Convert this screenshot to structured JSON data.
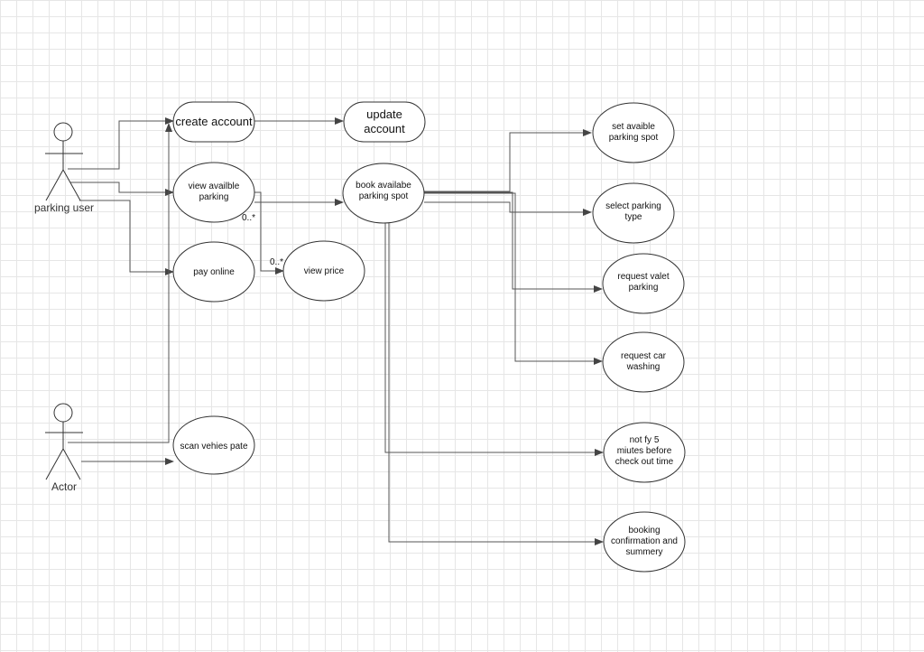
{
  "actors": {
    "parking_user": "parking user",
    "actor": "Actor"
  },
  "use_cases": {
    "create_account": "create account",
    "update_account": [
      "update",
      "account"
    ],
    "view_available_parking": [
      "view availble",
      "parking"
    ],
    "pay_online": "pay online",
    "view_price": "view price",
    "book_available_parking_spot": [
      "book availabe",
      "parking spot"
    ],
    "scan_vehicle_plate": "scan vehies pate",
    "set_available_parking_spot": [
      "set avaible",
      "parking spot"
    ],
    "select_parking_type": [
      "select parking",
      "type"
    ],
    "request_valet_parking": [
      "request valet",
      "parking"
    ],
    "request_car_washing": [
      "request car",
      "washing"
    ],
    "notify_before_checkout": [
      "not fy 5",
      "miutes before",
      "check out time"
    ],
    "booking_confirmation": [
      "booking",
      "confirmation and",
      "summery"
    ]
  },
  "multiplicities": {
    "view_available_to_price": "0..*",
    "price_end": "0..*"
  }
}
